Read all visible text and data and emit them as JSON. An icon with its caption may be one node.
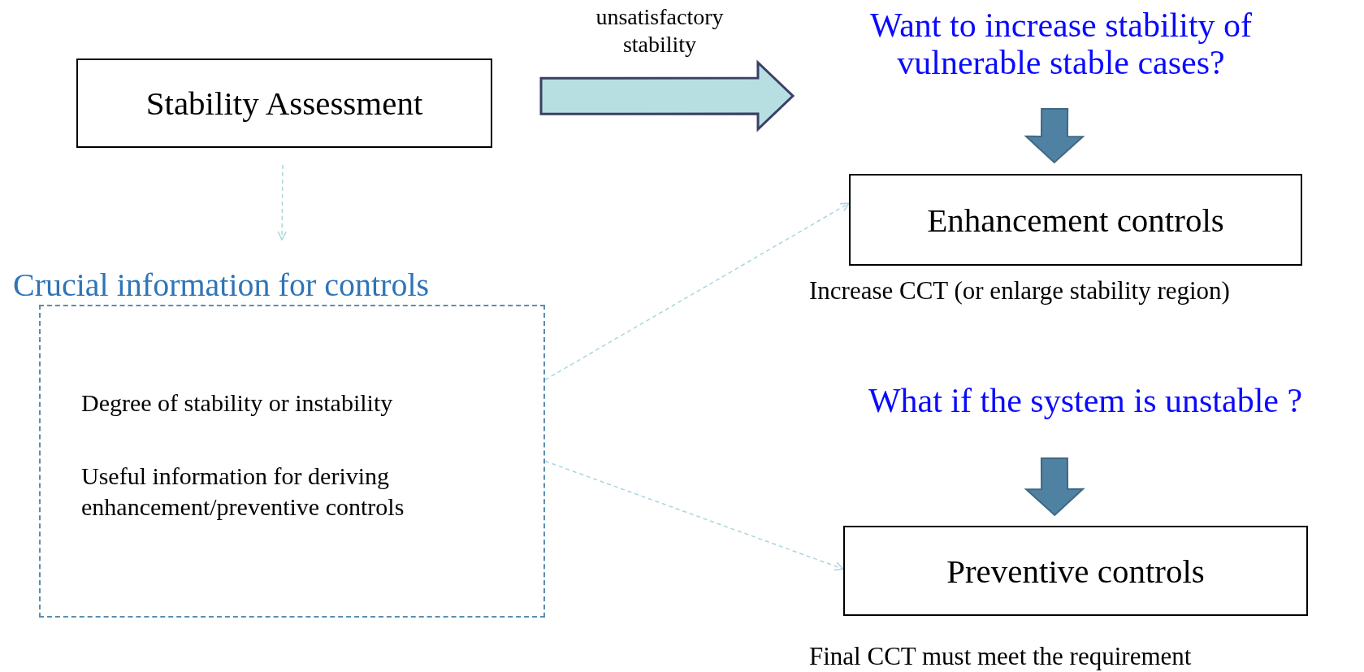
{
  "diagram": {
    "nodes": [
      {
        "text": [
          "Stability Assessment"
        ]
      },
      {
        "text": [
          "Crucial information for controls",
          "Degree of stability or instability",
          "Useful information for deriving enhancement/preventive controls"
        ]
      },
      {
        "text": [
          "Want to increase stability of vulnerable stable cases?"
        ]
      },
      {
        "text": [
          "Enhancement controls"
        ],
        "beside": [
          "Increase CCT (or enlarge stability region)"
        ]
      },
      {
        "text": [
          "What if the system is unstable ?"
        ]
      },
      {
        "text": [
          "Preventive controls"
        ],
        "beside": [
          "Final CCT must meet the requirement"
        ]
      }
    ],
    "edges": [
      {
        "from": 0,
        "to": 2,
        "arrow": "to",
        "label": "unsatisfactory stability",
        "style": "thick",
        "color": "#b7dfe2"
      },
      {
        "from": 0,
        "to": 1,
        "arrow": "to",
        "style": "dashed"
      },
      {
        "from": 1,
        "to": 3,
        "arrow": "to",
        "style": "dashed"
      },
      {
        "from": 1,
        "to": 5,
        "arrow": "to",
        "style": "dashed"
      },
      {
        "from": 2,
        "to": 3,
        "arrow": "to",
        "style": "thick",
        "color": "#4f81a2"
      },
      {
        "from": 4,
        "to": 5,
        "arrow": "to",
        "style": "thick",
        "color": "#4f81a2"
      }
    ]
  }
}
